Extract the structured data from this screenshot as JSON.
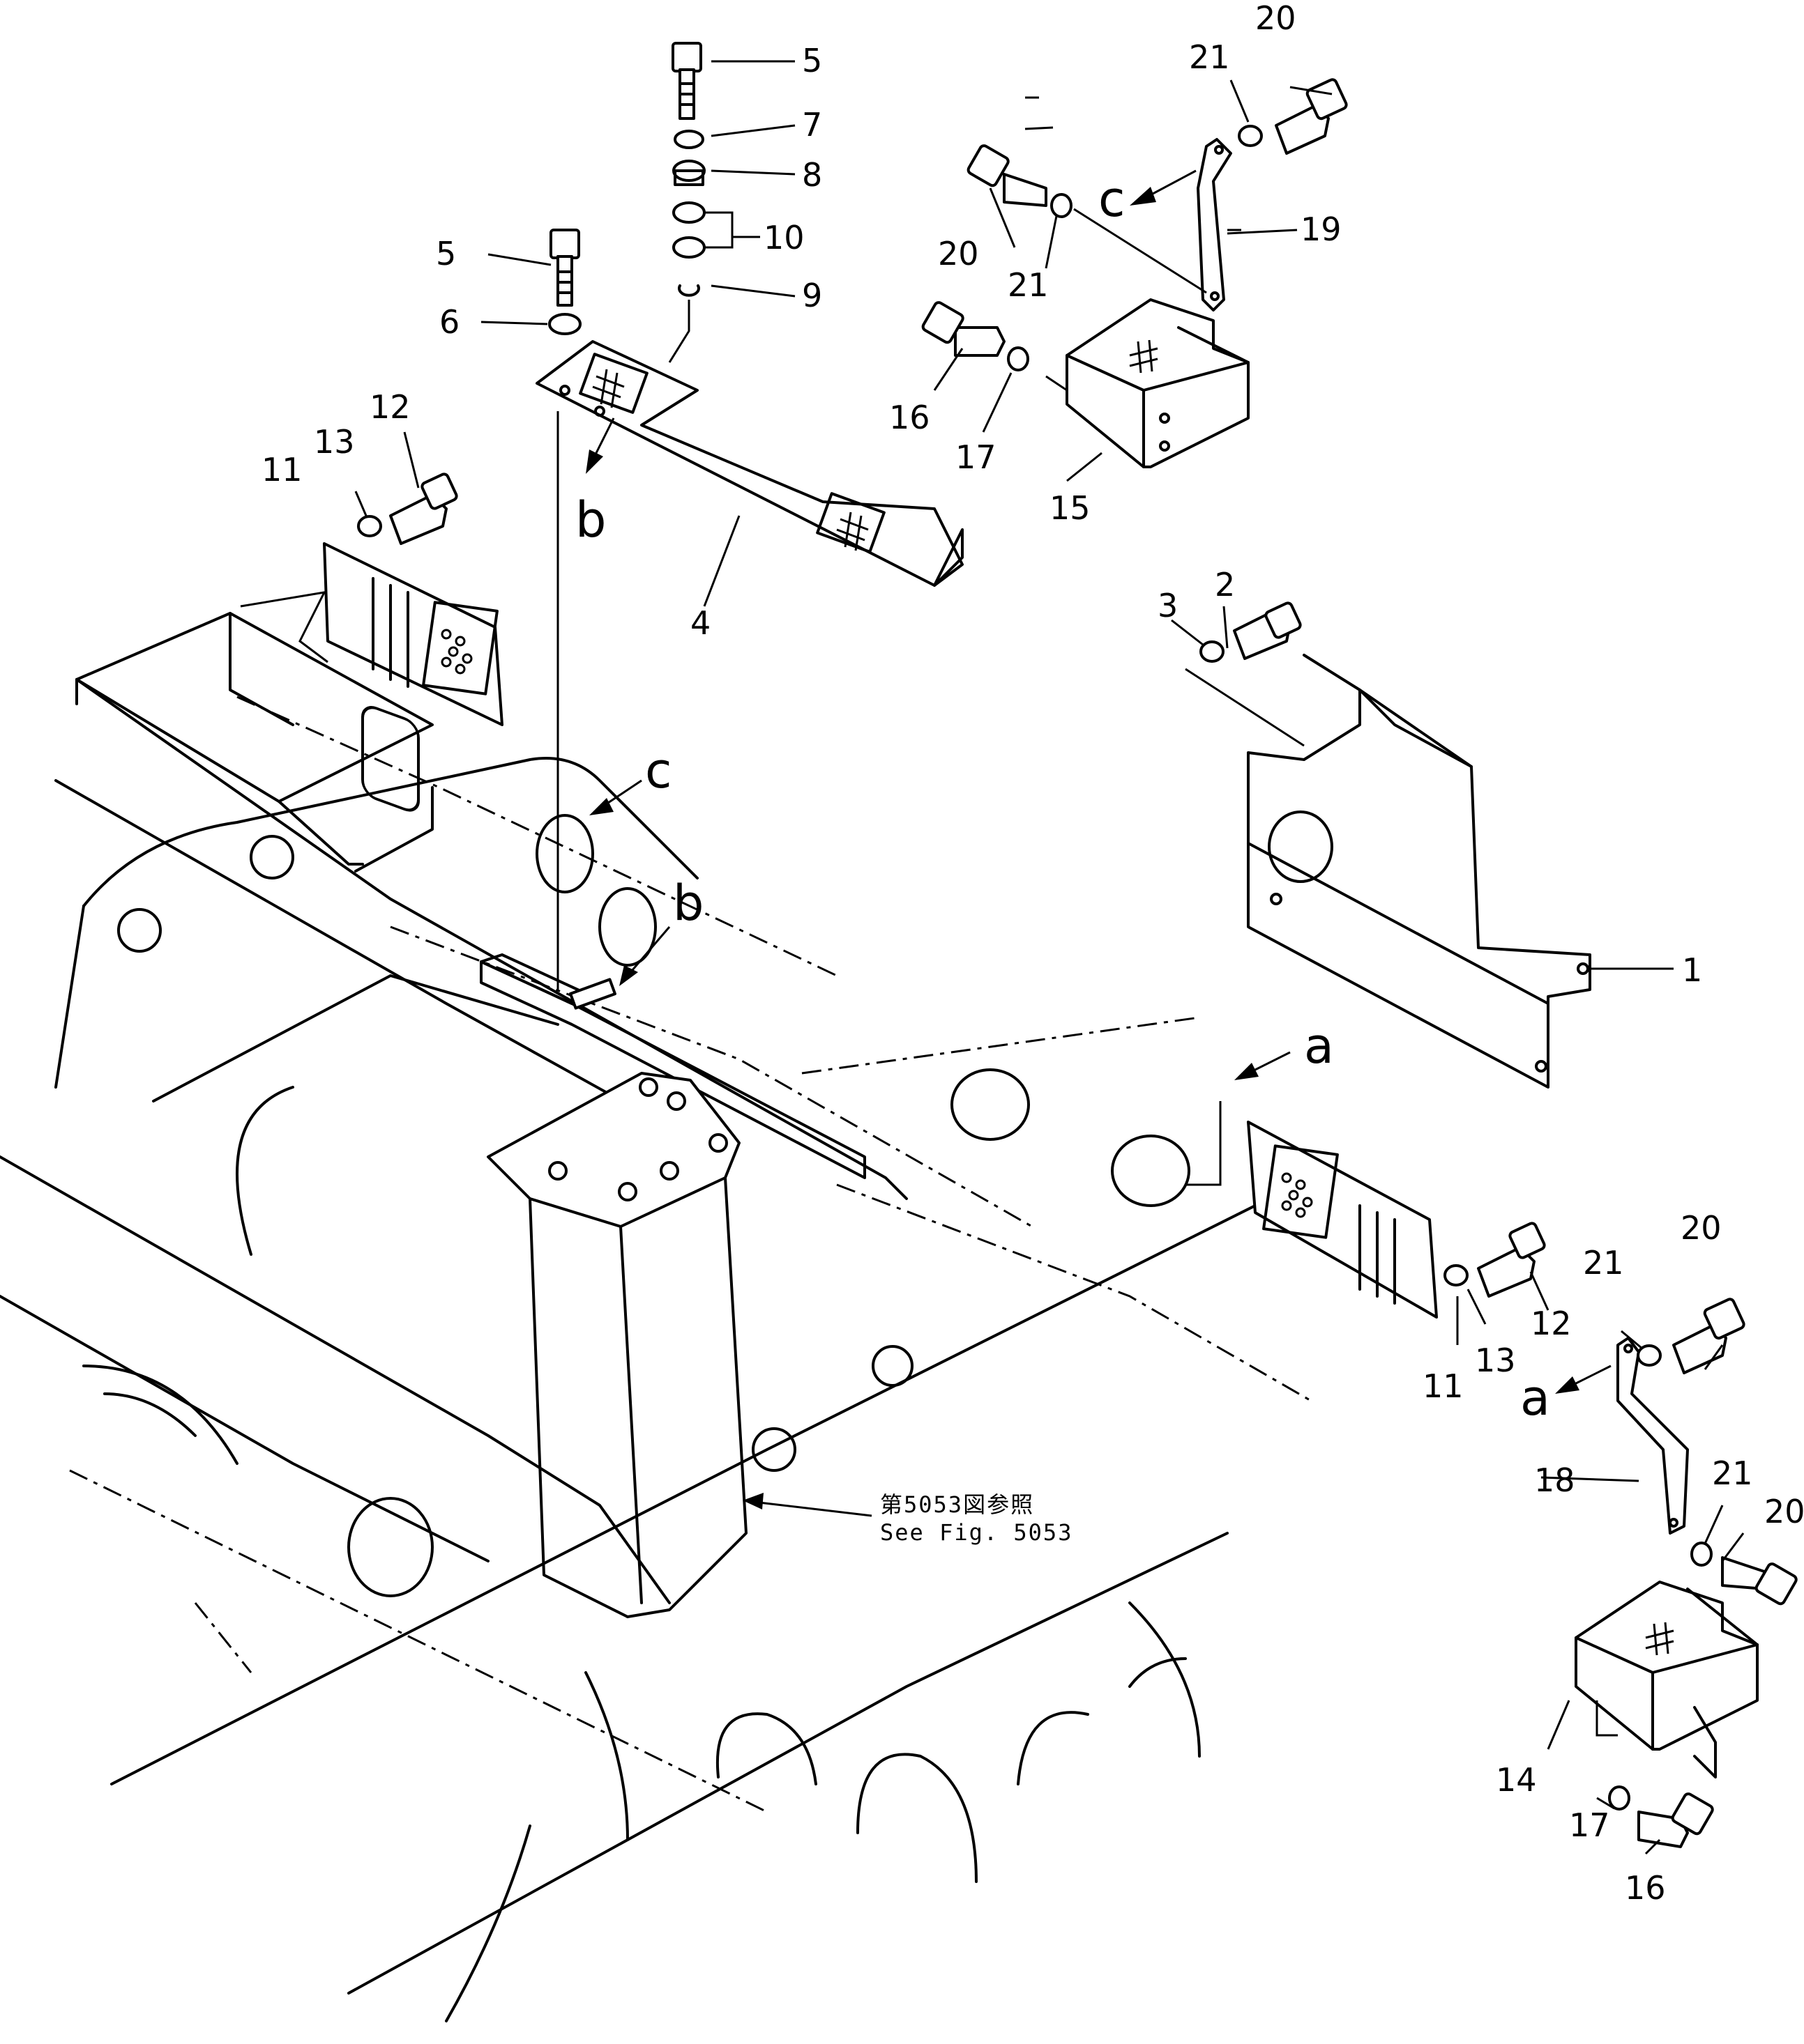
{
  "callouts": [
    {
      "id": "c1",
      "text": "1"
    },
    {
      "id": "c2",
      "text": "2"
    },
    {
      "id": "c3",
      "text": "3"
    },
    {
      "id": "c4",
      "text": "4"
    },
    {
      "id": "c5a",
      "text": "5"
    },
    {
      "id": "c5b",
      "text": "5"
    },
    {
      "id": "c6",
      "text": "6"
    },
    {
      "id": "c7",
      "text": "7"
    },
    {
      "id": "c8",
      "text": "8"
    },
    {
      "id": "c9",
      "text": "9"
    },
    {
      "id": "c10",
      "text": "10"
    },
    {
      "id": "c11a",
      "text": "11"
    },
    {
      "id": "c11b",
      "text": "11"
    },
    {
      "id": "c12a",
      "text": "12"
    },
    {
      "id": "c12b",
      "text": "12"
    },
    {
      "id": "c13a",
      "text": "13"
    },
    {
      "id": "c13b",
      "text": "13"
    },
    {
      "id": "c14",
      "text": "14"
    },
    {
      "id": "c15",
      "text": "15"
    },
    {
      "id": "c16a",
      "text": "16"
    },
    {
      "id": "c16b",
      "text": "16"
    },
    {
      "id": "c17a",
      "text": "17"
    },
    {
      "id": "c17b",
      "text": "17"
    },
    {
      "id": "c18",
      "text": "18"
    },
    {
      "id": "c19",
      "text": "19"
    },
    {
      "id": "c20a",
      "text": "20"
    },
    {
      "id": "c20b",
      "text": "20"
    },
    {
      "id": "c20c",
      "text": "20"
    },
    {
      "id": "c20d",
      "text": "20"
    },
    {
      "id": "c21a",
      "text": "21"
    },
    {
      "id": "c21b",
      "text": "21"
    },
    {
      "id": "c21c",
      "text": "21"
    },
    {
      "id": "c21d",
      "text": "21"
    }
  ],
  "letters": [
    {
      "id": "la1",
      "text": "a"
    },
    {
      "id": "la2",
      "text": "a"
    },
    {
      "id": "lb1",
      "text": "b"
    },
    {
      "id": "lb2",
      "text": "b"
    },
    {
      "id": "lc1",
      "text": "c"
    },
    {
      "id": "lc2",
      "text": "c"
    }
  ],
  "reference_note": {
    "japanese": "第5053図参照",
    "english": "See  Fig.  5053"
  }
}
